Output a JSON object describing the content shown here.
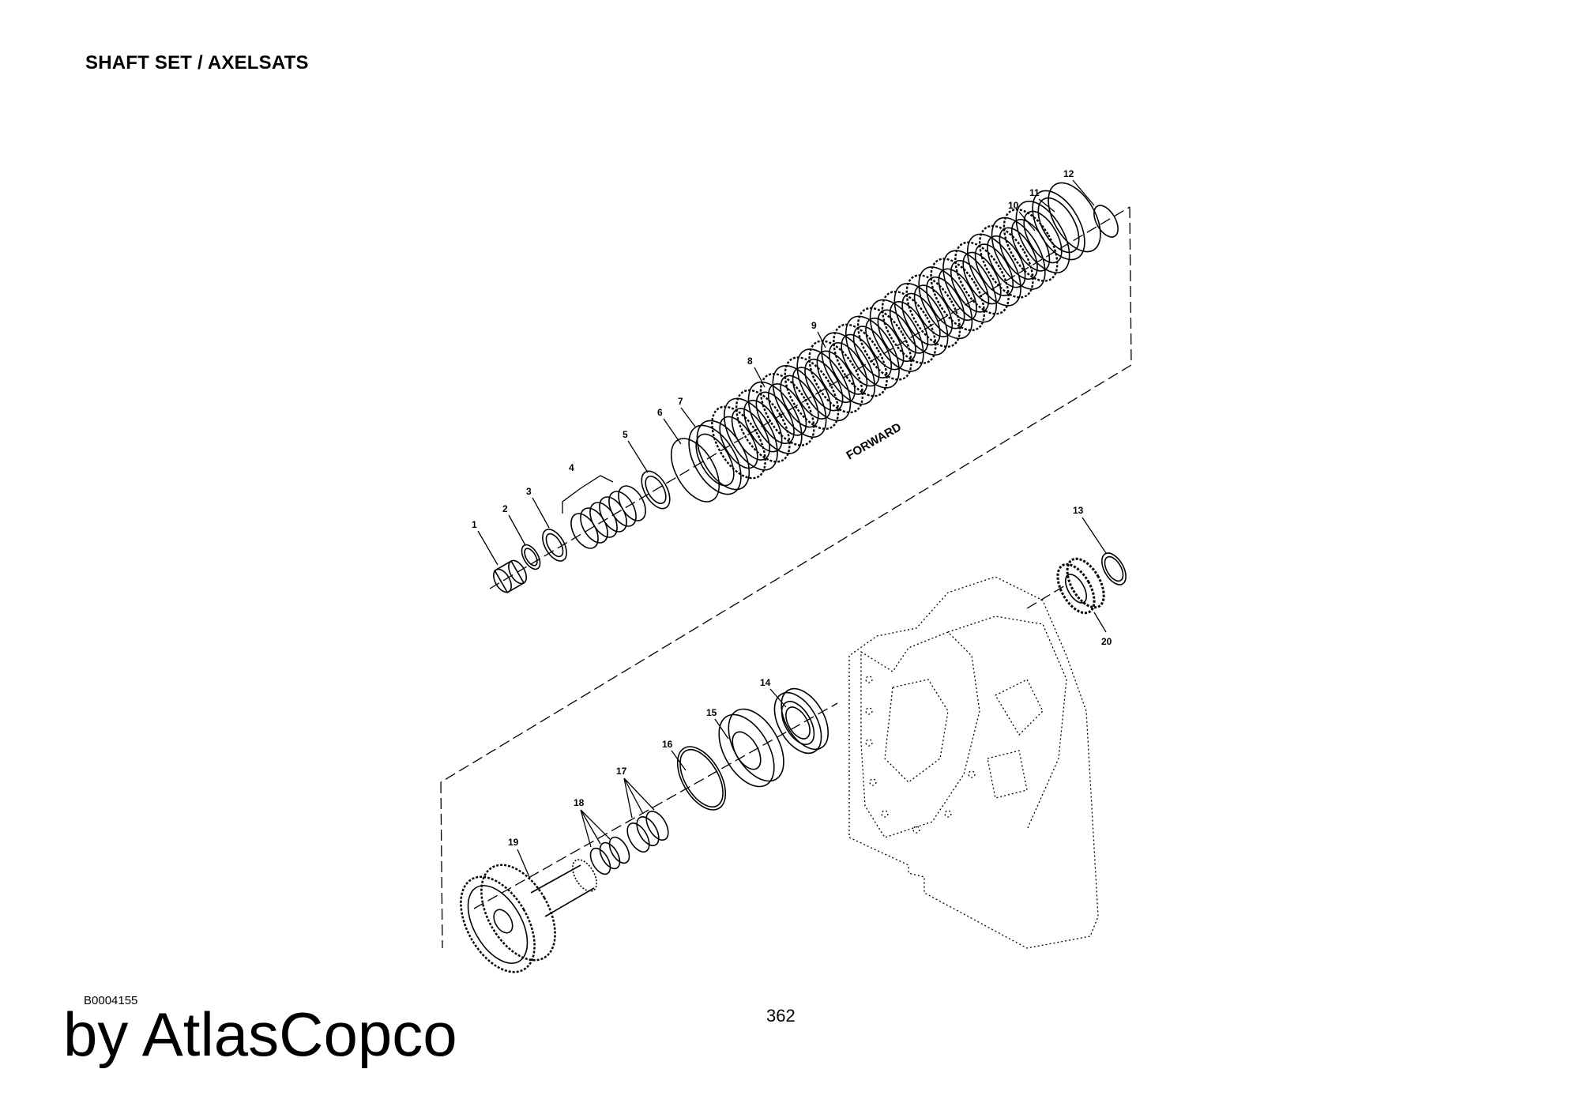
{
  "document": {
    "title": "SHAFT SET / AXELSATS",
    "drawing_code": "B0004155",
    "page_number": "362",
    "brand": "by AtlasCopco"
  },
  "diagram": {
    "direction_label": "FORWARD",
    "callouts": [
      {
        "id": "callout-1",
        "label": "1"
      },
      {
        "id": "callout-2",
        "label": "2"
      },
      {
        "id": "callout-3",
        "label": "3"
      },
      {
        "id": "callout-4",
        "label": "4"
      },
      {
        "id": "callout-5",
        "label": "5"
      },
      {
        "id": "callout-6",
        "label": "6"
      },
      {
        "id": "callout-7",
        "label": "7"
      },
      {
        "id": "callout-8",
        "label": "8"
      },
      {
        "id": "callout-9",
        "label": "9"
      },
      {
        "id": "callout-10",
        "label": "10"
      },
      {
        "id": "callout-11",
        "label": "11"
      },
      {
        "id": "callout-12",
        "label": "12"
      },
      {
        "id": "callout-13",
        "label": "13"
      },
      {
        "id": "callout-14",
        "label": "14"
      },
      {
        "id": "callout-15",
        "label": "15"
      },
      {
        "id": "callout-16",
        "label": "16"
      },
      {
        "id": "callout-17",
        "label": "17"
      },
      {
        "id": "callout-18",
        "label": "18"
      },
      {
        "id": "callout-19",
        "label": "19"
      },
      {
        "id": "callout-20",
        "label": "20"
      }
    ]
  }
}
